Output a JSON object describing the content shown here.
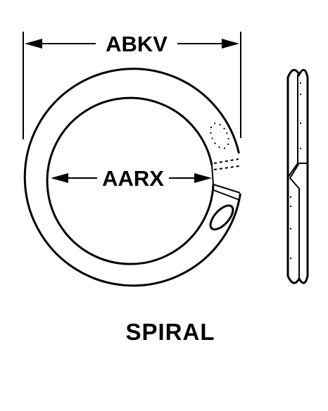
{
  "diagram": {
    "outer_dimension_label": "ABKV",
    "inner_dimension_label": "AARX",
    "caption": "SPIRAL"
  }
}
